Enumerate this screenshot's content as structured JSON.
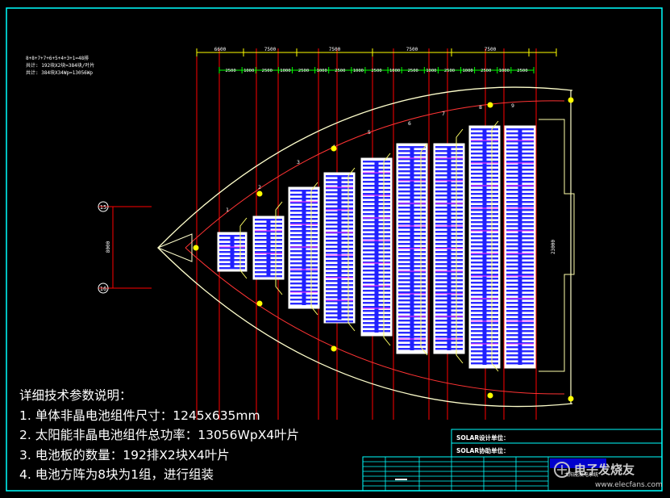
{
  "summary_lines": [
    "8+8+7+7+6+5+4+3+1=48排",
    "共计: 192块X2块=384块/叶片",
    "共计: 384块X34Wp=13056Wp"
  ],
  "dims_top": [
    "6600",
    "7500",
    "7500",
    "7500",
    "7500"
  ],
  "dims_second": [
    "2500",
    "1000",
    "2500",
    "1000",
    "2500",
    "1000",
    "2500",
    "1000",
    "2500",
    "1000",
    "2500",
    "1000",
    "2500",
    "1000",
    "2500",
    "1000",
    "2500"
  ],
  "row_numbers": [
    "1",
    "2",
    "3",
    "4",
    "5",
    "6",
    "7",
    "8",
    "9"
  ],
  "left_markers": [
    "15",
    "16"
  ],
  "left_dim": "8000",
  "right_dim": "23000",
  "notes": {
    "title": "详细技术参数说明：",
    "items": [
      "1. 单体非晶电池组件尺寸：1245x635mm",
      "2. 太阳能非晶电池组件总功率：13056WpX4叶片",
      "3. 电池板的数量：192排X2块X4叶片",
      "4. 电池方阵为8块为1组，进行组装"
    ]
  },
  "title_block": {
    "design_unit": "SOLAR设计单位：",
    "assist_unit": "SOLAR协助单位：",
    "system_name": "太阳能发电系统"
  },
  "watermark": {
    "brand": "电子发烧友",
    "url": "www.elecfans.com"
  },
  "colors": {
    "background": "#000000",
    "frame": "#00ffff",
    "outline": "#ffffaa",
    "red": "#ff0000",
    "blue": "#2020ff",
    "panel": "#ffffff",
    "green": "#00ff00",
    "yellow": "#ffff00",
    "magenta": "#ff00ff"
  }
}
